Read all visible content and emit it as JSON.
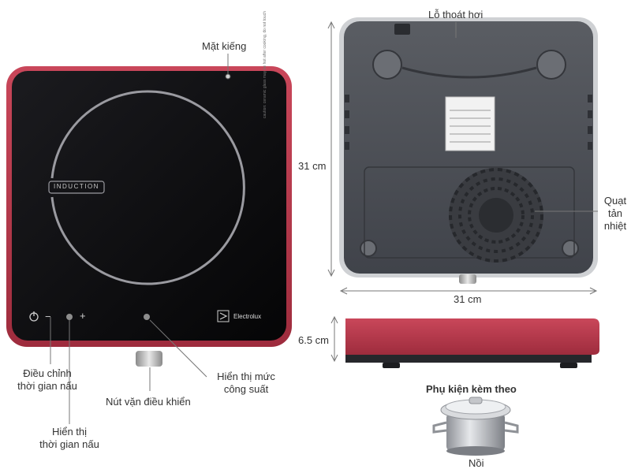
{
  "callouts": {
    "glass_top": "Mặt kiếng",
    "timer_adjust_line1": "Điều chỉnh",
    "timer_adjust_line2": "thời gian nấu",
    "timer_display_line1": "Hiển thị",
    "timer_display_line2": "thời gian nấu",
    "control_knob": "Nút vặn điều khiển",
    "power_display_line1": "Hiển thị mức",
    "power_display_line2": "công suất",
    "steam_vent": "Lỗ thoát hơi",
    "cooling_fan_line1": "Quạt",
    "cooling_fan_line2": "tản",
    "cooling_fan_line3": "nhiệt"
  },
  "cooktop": {
    "induction_label": "INDUCTION",
    "brand": "Electrolux",
    "caution_text": "caution: ceramic glass may be hot after cooking, do not touch",
    "minus_symbol": "−",
    "plus_symbol": "+"
  },
  "dimensions": {
    "height": "31 cm",
    "width": "31 cm",
    "thickness": "6.5 cm"
  },
  "accessories": {
    "title": "Phụ kiện kèm theo",
    "pot_label": "Nồi"
  },
  "colors": {
    "body_red": "#b4394b",
    "glass_black": "#0e0e10",
    "base_grey": "#4b4e54",
    "leader_line": "#777777"
  },
  "icons": [
    "power-icon",
    "electrolux-logo-icon",
    "cooling-fan-icon",
    "pot-icon"
  ]
}
